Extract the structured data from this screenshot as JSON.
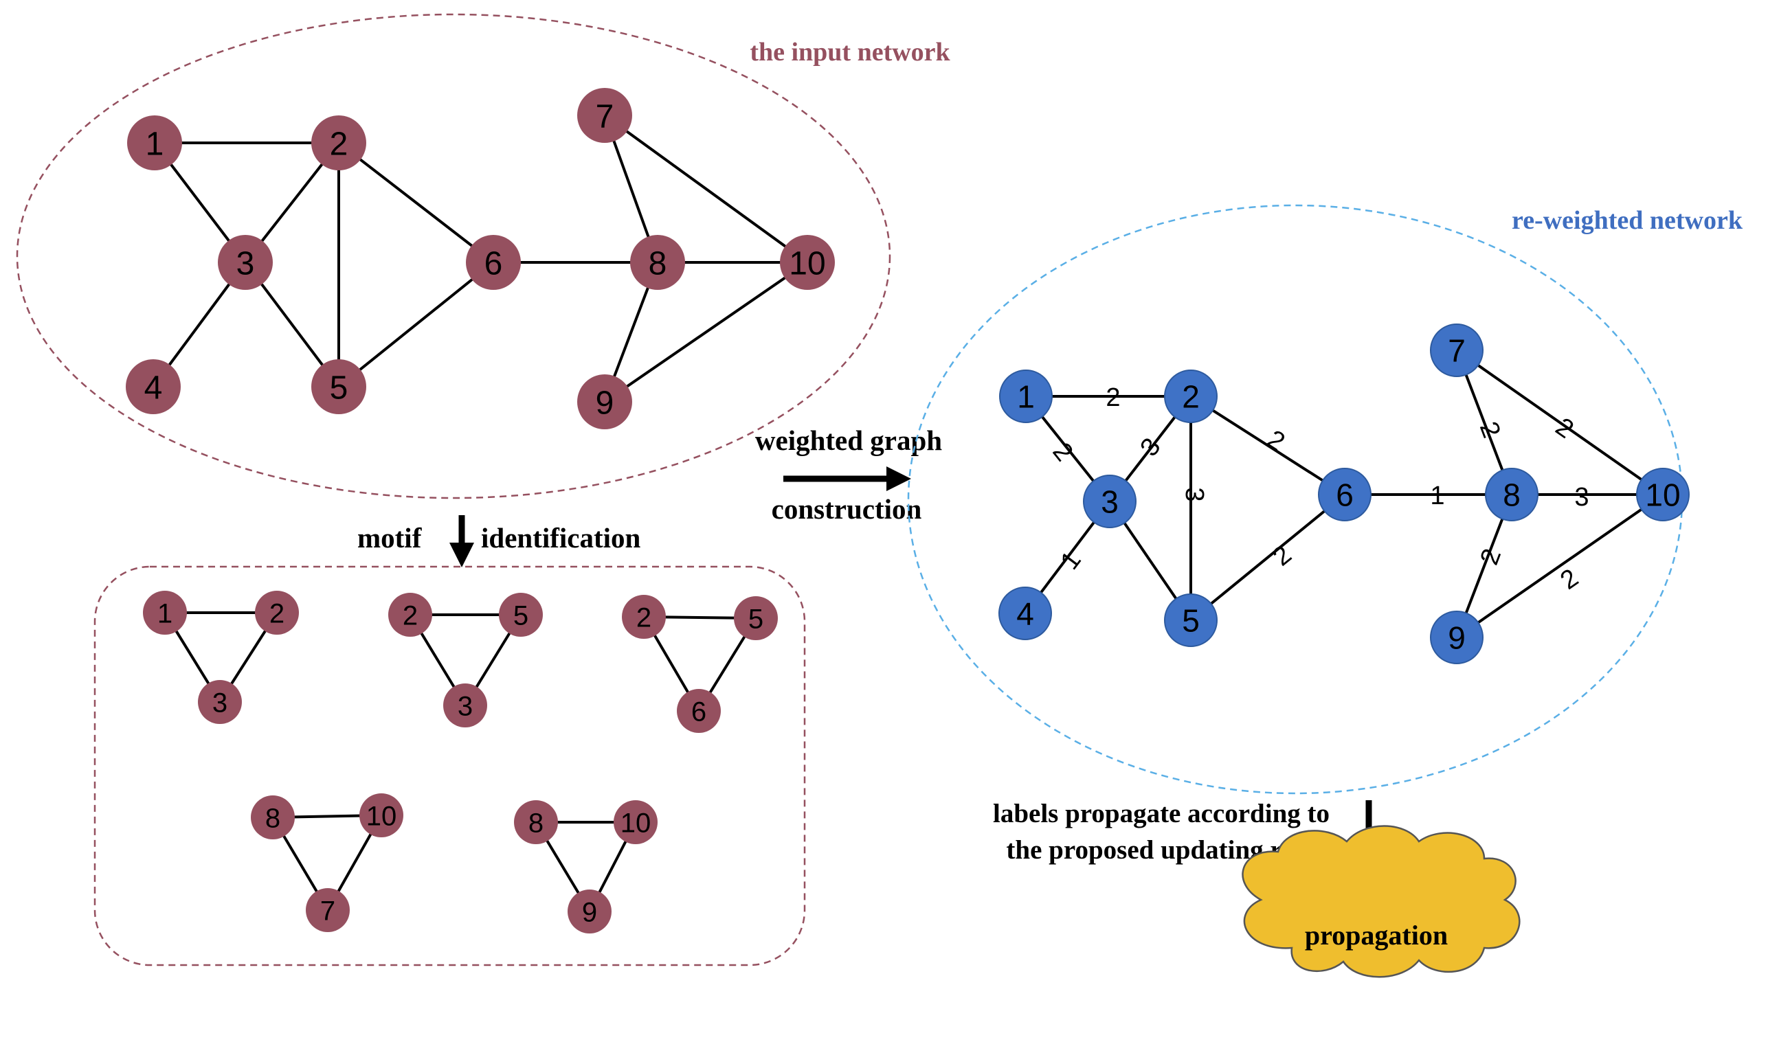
{
  "colors": {
    "input_node": "#95505F",
    "input_dash": "#95505F",
    "input_title": "#95505F",
    "weighted_node": "#3F72C6",
    "weighted_dash": "#5AAFE6",
    "weighted_title": "#3F6EC0",
    "cloud_fill": "#EFBE2E",
    "edge": "#000000"
  },
  "titles": {
    "input_network": "the input network",
    "reweighted_network": "re-weighted network"
  },
  "steps": {
    "motif_word1": "motif",
    "motif_word2": "identification",
    "weighted_line1": "weighted graph",
    "weighted_line2": "construction",
    "labels_line1": "labels propagate according to",
    "labels_line2": "the proposed updating rule",
    "propagation": "propagation"
  },
  "input_network": {
    "nodes": [
      "1",
      "2",
      "3",
      "4",
      "5",
      "6",
      "7",
      "8",
      "9",
      "10"
    ],
    "edges": [
      [
        "1",
        "2"
      ],
      [
        "1",
        "3"
      ],
      [
        "2",
        "3"
      ],
      [
        "2",
        "5"
      ],
      [
        "2",
        "6"
      ],
      [
        "3",
        "4"
      ],
      [
        "3",
        "5"
      ],
      [
        "5",
        "6"
      ],
      [
        "6",
        "8"
      ],
      [
        "7",
        "8"
      ],
      [
        "7",
        "10"
      ],
      [
        "8",
        "10"
      ],
      [
        "8",
        "9"
      ],
      [
        "9",
        "10"
      ]
    ]
  },
  "motifs": [
    {
      "nodes": [
        "1",
        "2",
        "3"
      ]
    },
    {
      "nodes": [
        "2",
        "5",
        "3"
      ]
    },
    {
      "nodes": [
        "2",
        "5",
        "6"
      ]
    },
    {
      "nodes": [
        "8",
        "10",
        "7"
      ]
    },
    {
      "nodes": [
        "8",
        "10",
        "9"
      ]
    }
  ],
  "weighted_network": {
    "nodes": [
      "1",
      "2",
      "3",
      "4",
      "5",
      "6",
      "7",
      "8",
      "9",
      "10"
    ],
    "edges": [
      {
        "from": "1",
        "to": "2",
        "weight": "2"
      },
      {
        "from": "1",
        "to": "3",
        "weight": "2"
      },
      {
        "from": "2",
        "to": "3",
        "weight": "3"
      },
      {
        "from": "2",
        "to": "5",
        "weight": "3"
      },
      {
        "from": "2",
        "to": "6",
        "weight": "2"
      },
      {
        "from": "3",
        "to": "4",
        "weight": "1"
      },
      {
        "from": "3",
        "to": "5",
        "weight": ""
      },
      {
        "from": "5",
        "to": "6",
        "weight": "2"
      },
      {
        "from": "6",
        "to": "8",
        "weight": "1"
      },
      {
        "from": "7",
        "to": "8",
        "weight": "2"
      },
      {
        "from": "7",
        "to": "10",
        "weight": "2"
      },
      {
        "from": "8",
        "to": "10",
        "weight": "3"
      },
      {
        "from": "8",
        "to": "9",
        "weight": "2"
      },
      {
        "from": "9",
        "to": "10",
        "weight": "2"
      }
    ]
  }
}
